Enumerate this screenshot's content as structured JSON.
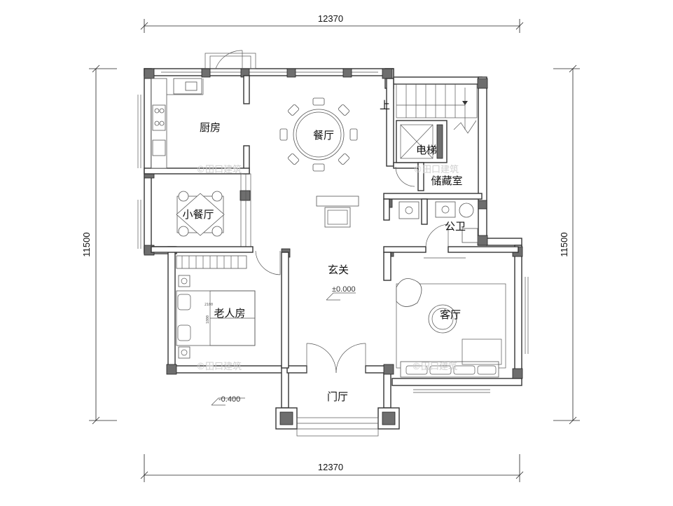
{
  "dimensions": {
    "top": "12370",
    "bottom": "12370",
    "left": "11500",
    "right": "11500"
  },
  "rooms": {
    "kitchen": "厨房",
    "dining": "餐厅",
    "elevator": "电梯",
    "storage": "储藏室",
    "small_dining": "小餐厅",
    "bathroom": "公卫",
    "foyer": "玄关",
    "elder_room": "老人房",
    "living": "客厅",
    "entrance": "门厅"
  },
  "labels": {
    "stair_up": "上",
    "level_main": "±0.000",
    "level_entry": "-0.400",
    "bed_width": "2100",
    "bed_length": "1800"
  },
  "watermark": "©田口建筑",
  "colors": {
    "wall_fill": "#6e6e6e",
    "line": "#333333",
    "watermark": "#cfcfcf"
  }
}
